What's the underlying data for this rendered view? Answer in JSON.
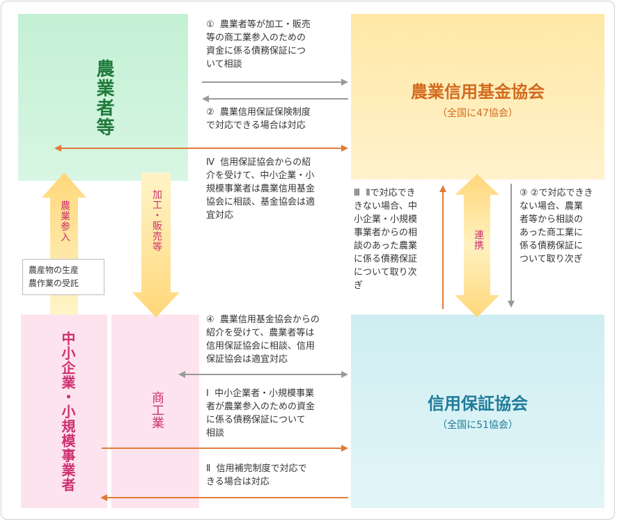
{
  "entities": {
    "farmers": {
      "title": "農業者等"
    },
    "agri_fund": {
      "title": "農業信用基金協会",
      "subtitle": "（全国に47協会）"
    },
    "credit_guarantee": {
      "title": "信用保証協会",
      "subtitle": "（全国に51協会）"
    },
    "sme": {
      "title": "中小企業・小規模事業者"
    },
    "commerce": {
      "title": "商工業"
    }
  },
  "labels": {
    "agri_entry": "農業参入",
    "processing_sales": "加工・販売等",
    "cooperation": "連携",
    "note_line1": "農産物の生産",
    "note_line2": "農作業の受託"
  },
  "steps": {
    "s1": "①  農業者等が加工・販売\n等の商工業参入のための\n資金に係る債務保証につ\nいて相談",
    "s2": "②  農業信用保証保険制度\nで対応できる場合は対応",
    "s3": "③ ②で対応できき\nない場合、農業\n者等から相談の\nあった商工業に\n係る債務保証に\nついて取り次ぎ",
    "s4": "④  農業信用基金協会からの\n紹介を受けて、農業者等は\n信用保証協会に相談、信用\n保証協会は適宜対応",
    "sI": "Ⅰ  中小企業者・小規模事業\n者が農業参入のための資金\nに係る債務保証について\n相談",
    "sII": "Ⅱ  信用補完制度で対応で\nきる場合は対応",
    "sIII": "Ⅲ  Ⅱで対応でき\nきない場合、中\n小企業・小規模\n事業者からの相\n談のあった農業\nに係る債務保証\nについて取り次\nぎ",
    "sIV": "Ⅳ  信用保証協会からの紹\n介を受けて、中小企業・小\n規模事業者は農業信用基金\n協会に相談、基金協会は適\n宜対応"
  },
  "colors": {
    "farmer_green": "#1f7a3b",
    "fund_orange": "#d26a1e",
    "cga_blue": "#1f7b9a",
    "sme_pink": "#cc2f6e",
    "arrow_orange": "#e07b39",
    "arrow_gray": "#999999"
  }
}
